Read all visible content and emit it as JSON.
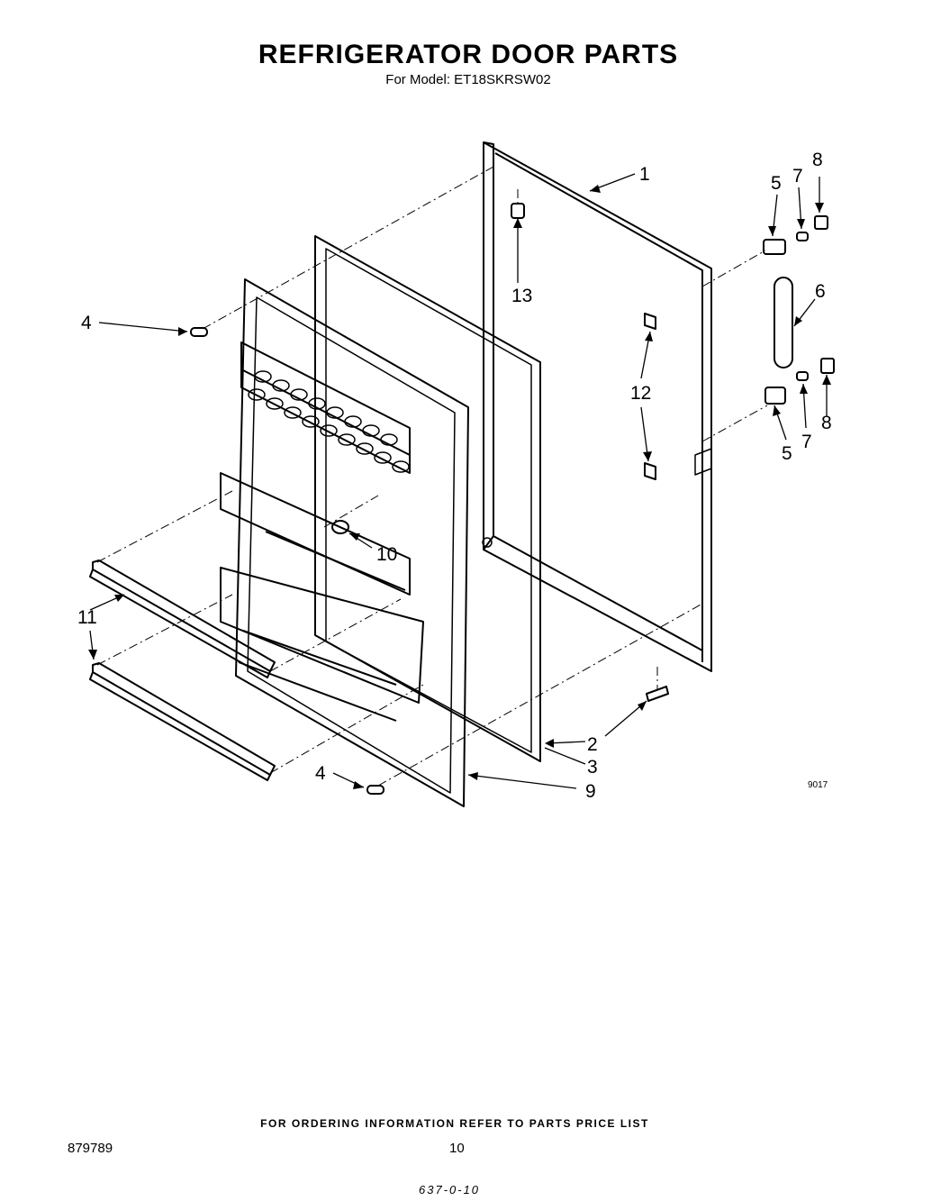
{
  "header": {
    "title": "REFRIGERATOR DOOR PARTS",
    "subtitle": "For Model: ET18SKRSW02"
  },
  "callouts": {
    "c1": "1",
    "c2": "2",
    "c3": "3",
    "c4_top": "4",
    "c4_bottom": "4",
    "c5_top": "5",
    "c5_bottom": "5",
    "c6": "6",
    "c7_top": "7",
    "c7_bottom": "7",
    "c8_top": "8",
    "c8_bottom": "8",
    "c9": "9",
    "c10": "10",
    "c11": "11",
    "c12": "12",
    "c13": "13"
  },
  "figure_code": "9017",
  "footer": {
    "ordering_note": "FOR ORDERING INFORMATION REFER TO PARTS PRICE LIST",
    "doc_number": "879789",
    "page_number": "10",
    "handwritten": "637-0-10"
  }
}
